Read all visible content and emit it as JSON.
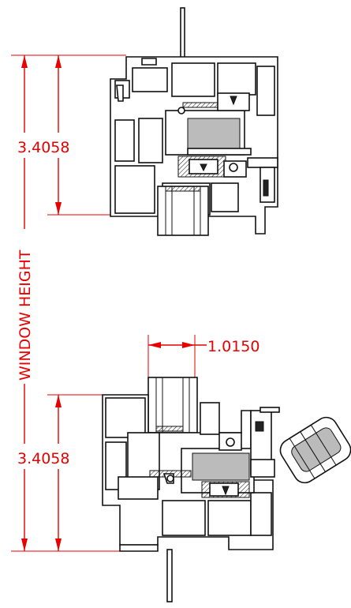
{
  "dimensions": {
    "head_height": "3.4058",
    "sill_height": "3.4058",
    "glass_offset": "1.0150",
    "window_height": "WINDOW HEIGHT"
  },
  "colors": {
    "dimension": "#e60000",
    "profile": "#111111",
    "background": "#ffffff"
  }
}
